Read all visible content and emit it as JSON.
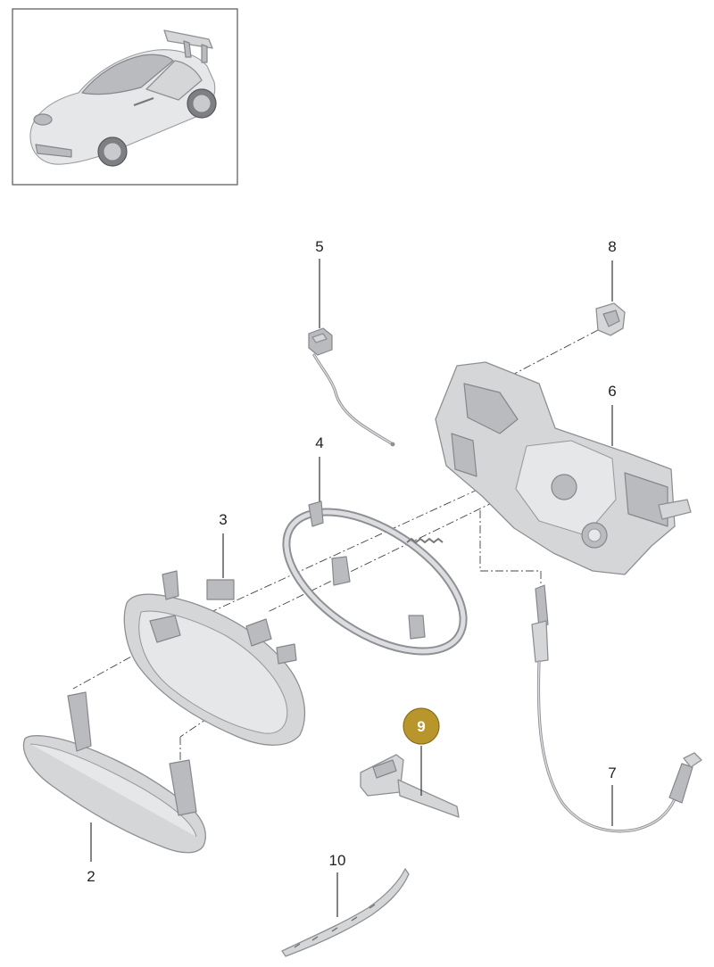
{
  "colors": {
    "background": "#ffffff",
    "part_fill": "#d5d6d8",
    "part_stroke": "#8e9094",
    "highlight_badge": "#b8962c",
    "callout_text": "#222222"
  },
  "callouts": [
    {
      "id": "p2",
      "label": "2"
    },
    {
      "id": "p3",
      "label": "3"
    },
    {
      "id": "p4",
      "label": "4"
    },
    {
      "id": "p5",
      "label": "5"
    },
    {
      "id": "p6",
      "label": "6"
    },
    {
      "id": "p7",
      "label": "7"
    },
    {
      "id": "p8",
      "label": "8"
    },
    {
      "id": "p9",
      "label": "9",
      "highlighted": true
    },
    {
      "id": "p10",
      "label": "10"
    }
  ]
}
